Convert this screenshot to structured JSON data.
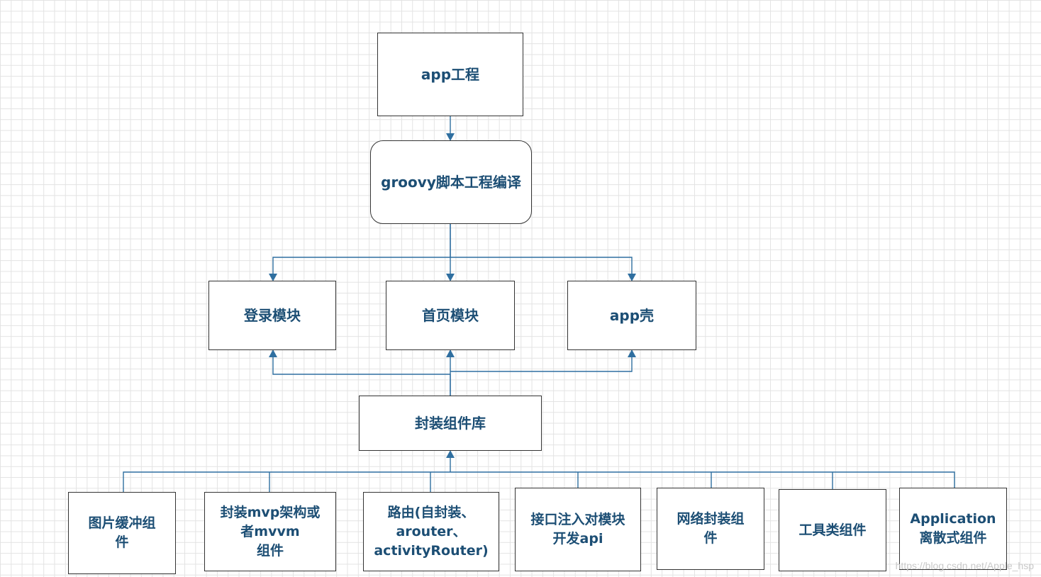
{
  "diagram": {
    "colors": {
      "connector": "#2f6fa0",
      "text": "#1c4e74",
      "border": "#333333"
    },
    "nodes": {
      "app": {
        "label": "app工程"
      },
      "groovy": {
        "label": "groovy脚本工程编译"
      },
      "login": {
        "label": "登录模块"
      },
      "home": {
        "label": "首页模块"
      },
      "shell": {
        "label": "app壳"
      },
      "lib": {
        "label": "封装组件库"
      },
      "image_cache": {
        "label": "图片缓冲组\n件"
      },
      "mvp": {
        "label": "封装mvp架构或\n者mvvm\n组件"
      },
      "router": {
        "label": "路由(自封装、\narouter、\nactivityRouter)"
      },
      "interface": {
        "label": "接口注入对模块\n开发api"
      },
      "network": {
        "label": "网络封装组\n件"
      },
      "tools": {
        "label": "工具类组件"
      },
      "application": {
        "label": "Application\n离散式组件"
      }
    }
  },
  "watermark": "https://blog.csdn.net/Apple_hsp"
}
